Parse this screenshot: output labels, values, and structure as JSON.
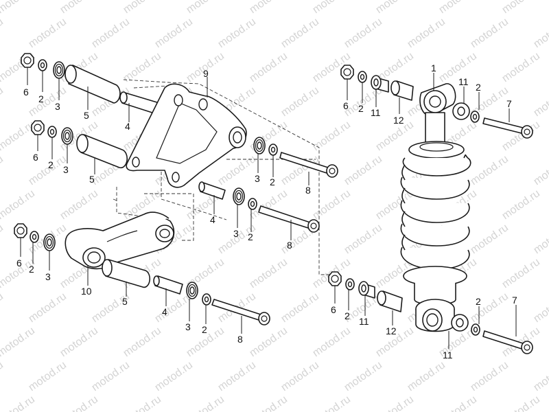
{
  "watermark": "motod.ru",
  "callouts": {
    "c1": "1",
    "c2": "2",
    "c3": "3",
    "c4": "4",
    "c5": "5",
    "c6": "6",
    "c7": "7",
    "c8": "8",
    "c9": "9",
    "c10": "10",
    "c11": "11",
    "c12": "12"
  }
}
